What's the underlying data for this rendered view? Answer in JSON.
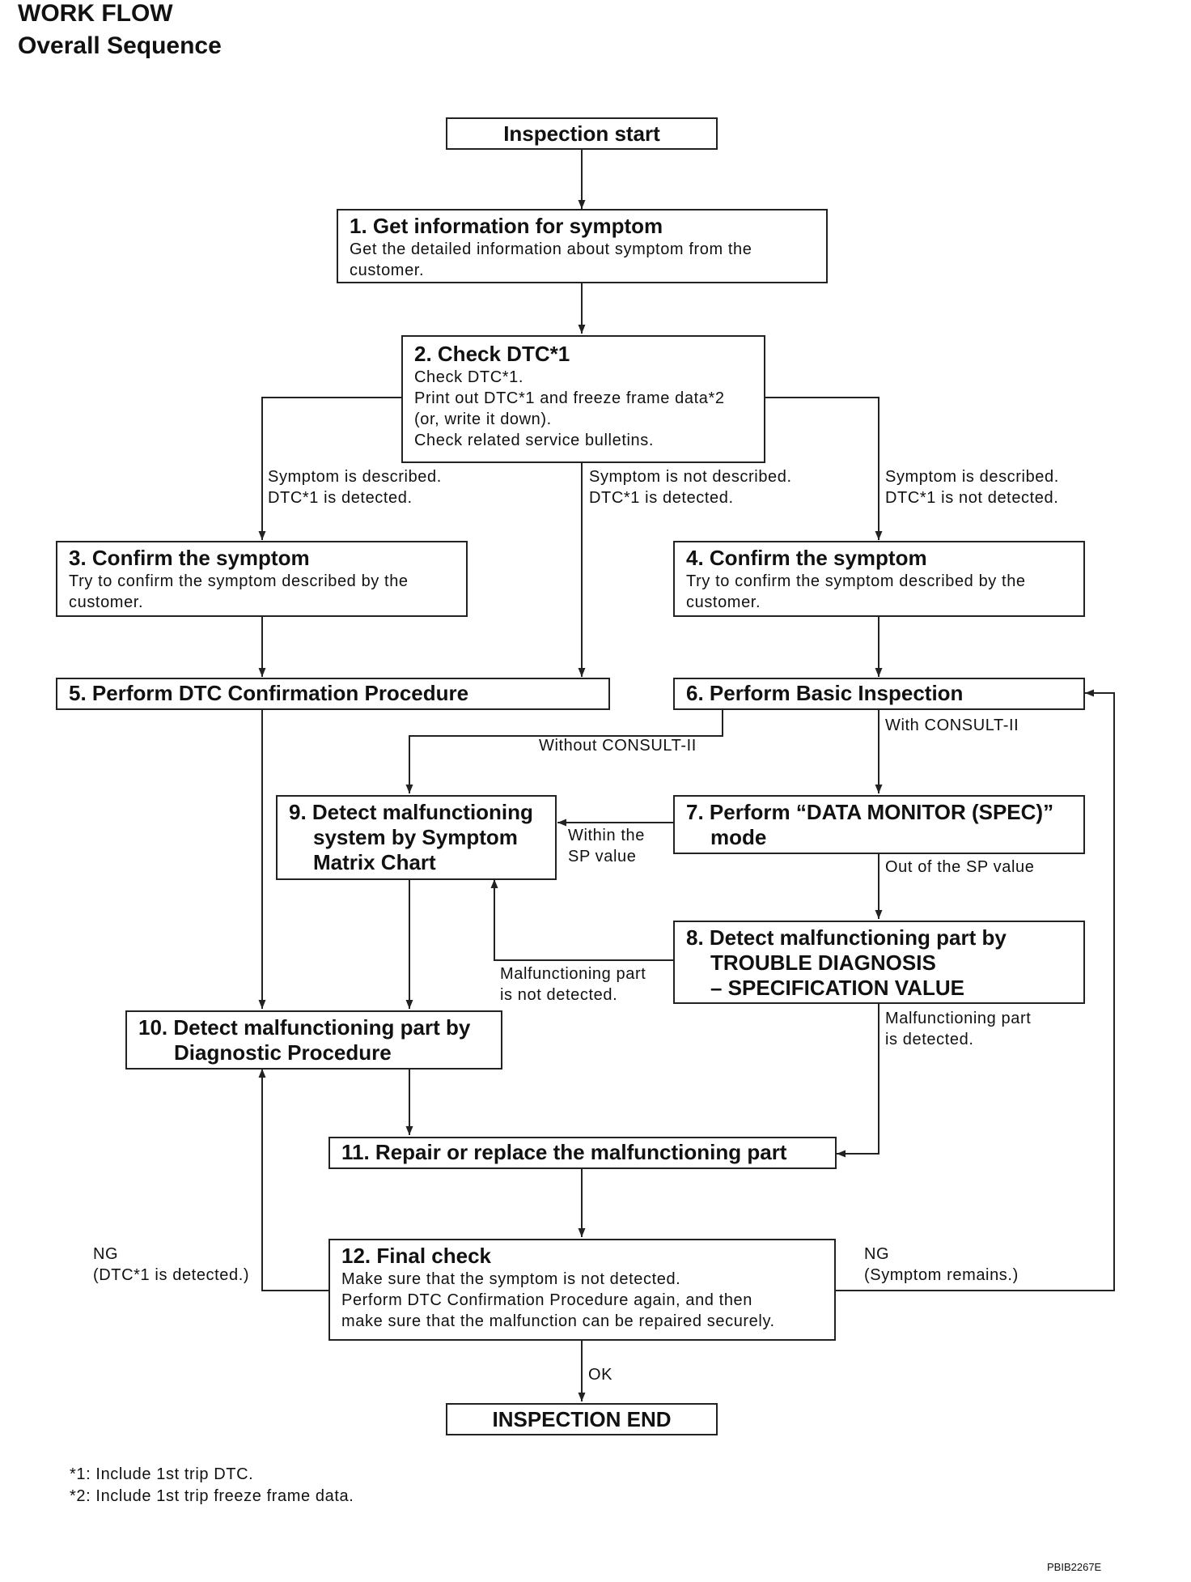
{
  "header": {
    "title": "WORK FLOW",
    "subtitle": "Overall Sequence"
  },
  "nodes": {
    "start": {
      "title": "Inspection start"
    },
    "n1": {
      "title": "1. Get information for symptom",
      "desc": [
        "Get the detailed information about symptom from the",
        "customer."
      ]
    },
    "n2": {
      "title": "2. Check DTC*1",
      "desc": [
        "Check DTC*1.",
        "Print out DTC*1 and freeze frame data*2",
        "(or, write it down).",
        "Check related service bulletins."
      ]
    },
    "n3": {
      "title": "3. Confirm the symptom",
      "desc": [
        "Try to confirm the symptom described by the",
        "customer."
      ]
    },
    "n4": {
      "title": "4. Confirm the symptom",
      "desc": [
        "Try to confirm the symptom described by the",
        "customer."
      ]
    },
    "n5": {
      "title": "5. Perform DTC Confirmation Procedure"
    },
    "n6": {
      "title": "6. Perform Basic Inspection"
    },
    "n7": {
      "title": [
        "7. Perform “DATA MONITOR (SPEC)”",
        "mode"
      ]
    },
    "n8": {
      "title": [
        "8. Detect malfunctioning part by",
        "TROUBLE DIAGNOSIS",
        "– SPECIFICATION VALUE"
      ]
    },
    "n9": {
      "title": [
        "9. Detect malfunctioning",
        "system by Symptom",
        "Matrix Chart"
      ]
    },
    "n10": {
      "title": [
        "10. Detect malfunctioning part by",
        "Diagnostic Procedure"
      ]
    },
    "n11": {
      "title": "11. Repair or replace the malfunctioning part"
    },
    "n12": {
      "title": "12. Final check",
      "desc": [
        "Make sure that the symptom is not detected.",
        "Perform DTC Confirmation Procedure again, and then",
        "make sure that the malfunction can be repaired securely."
      ]
    },
    "end": {
      "title": "INSPECTION END"
    }
  },
  "labels": {
    "left_branch": [
      "Symptom is described.",
      "DTC*1 is detected."
    ],
    "mid_branch": [
      "Symptom is not described.",
      "DTC*1 is detected."
    ],
    "right_branch": [
      "Symptom is described.",
      "DTC*1 is not detected."
    ],
    "without_consult": "Without CONSULT-II",
    "with_consult": "With CONSULT-II",
    "within_sp": [
      "Within the",
      "SP value"
    ],
    "out_of_sp": "Out of the SP value",
    "malf_not_detected": [
      "Malfunctioning part",
      "is not detected."
    ],
    "malf_detected": [
      "Malfunctioning part",
      "is detected."
    ],
    "ng_left": [
      "NG",
      "(DTC*1 is detected.)"
    ],
    "ng_right": [
      "NG",
      "(Symptom remains.)"
    ],
    "ok": "OK"
  },
  "footnotes": [
    "*1: Include 1st trip DTC.",
    "*2: Include 1st trip freeze frame data."
  ],
  "figure_code": "PBIB2267E"
}
